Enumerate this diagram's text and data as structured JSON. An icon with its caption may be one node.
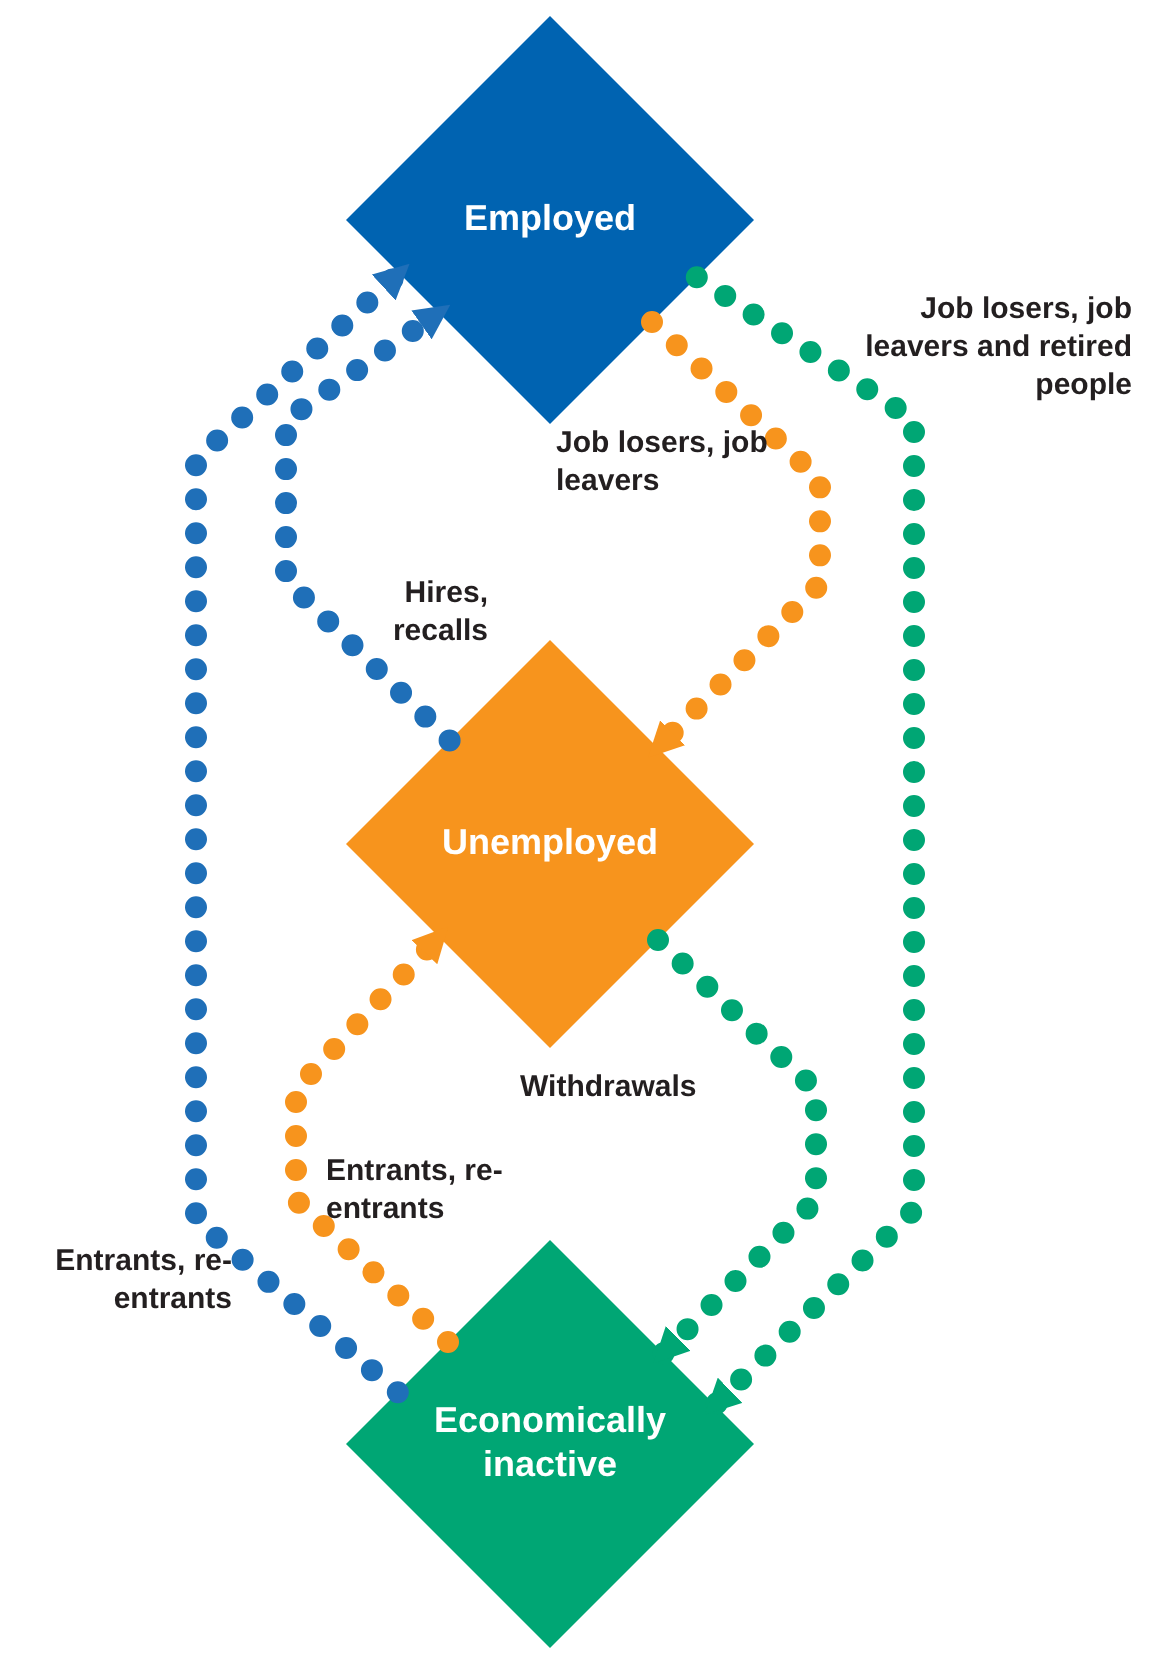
{
  "diagram": {
    "nodes": [
      {
        "text": [
          "Employed"
        ]
      },
      {
        "text": [
          "Unemployed"
        ]
      },
      {
        "text": [
          "Economically inactive"
        ]
      }
    ],
    "edges": [
      {
        "from": 0,
        "to": 1,
        "arrow": "to",
        "label": "Job losers, job leavers",
        "color": "#f7941d"
      },
      {
        "from": 1,
        "to": 0,
        "arrow": "to",
        "label": "Hires, recalls",
        "color": "#1f6fb8"
      },
      {
        "from": 0,
        "to": 2,
        "arrow": "to",
        "label": "Job losers, job leavers and retired people",
        "color": "#00a674"
      },
      {
        "from": 2,
        "to": 0,
        "arrow": "to",
        "label": "Entrants, re-entrants",
        "color": "#1f6fb8"
      },
      {
        "from": 2,
        "to": 1,
        "arrow": "to",
        "label": "Entrants, re-entrants",
        "color": "#f7941d"
      },
      {
        "from": 1,
        "to": 2,
        "arrow": "to",
        "label": "Withdrawals",
        "color": "#00a674"
      }
    ]
  }
}
